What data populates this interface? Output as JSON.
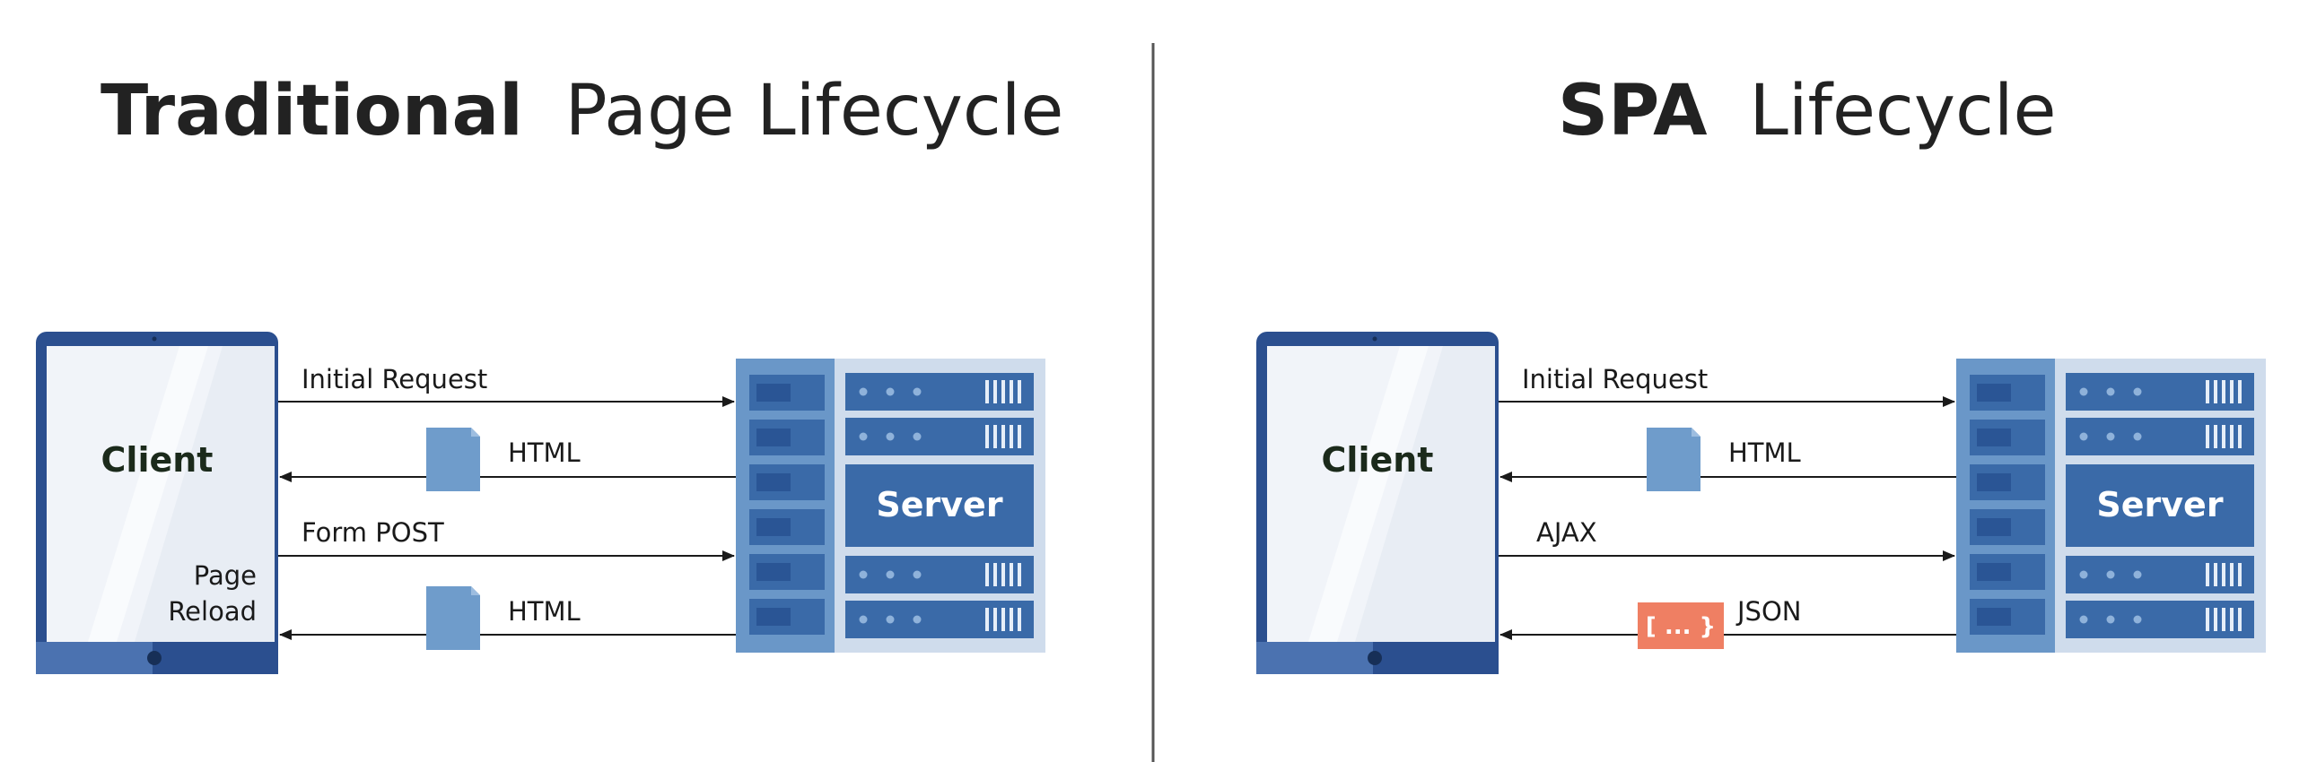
{
  "left": {
    "title_bold": "Traditional",
    "title_rest": "Page Lifecycle",
    "client_label": "Client",
    "page_reload": [
      "Page",
      "Reload"
    ],
    "server_label": "Server",
    "arrows": [
      {
        "label": "Initial Request",
        "direction": "to-server"
      },
      {
        "label": "HTML",
        "direction": "to-client",
        "icon": "document-icon"
      },
      {
        "label": "Form POST",
        "direction": "to-server"
      },
      {
        "label": "HTML",
        "direction": "to-client",
        "icon": "document-icon"
      }
    ]
  },
  "right": {
    "title_bold": "SPA",
    "title_rest": "Lifecycle",
    "client_label": "Client",
    "server_label": "Server",
    "arrows": [
      {
        "label": "Initial Request",
        "direction": "to-server"
      },
      {
        "label": "HTML",
        "direction": "to-client",
        "icon": "document-icon"
      },
      {
        "label": "AJAX",
        "direction": "to-server"
      },
      {
        "label": "JSON",
        "direction": "to-client",
        "icon": "json-icon",
        "icon_text": "[ ... }"
      }
    ]
  },
  "colors": {
    "device_frame": "#2b4f8f",
    "screen": "#e8edf4",
    "server_dark": "#3a6aa8",
    "server_mid": "#6a97c8",
    "server_light": "#cfdcec",
    "document": "#6f9ccb",
    "json_badge": "#ef7f63",
    "divider": "#555555"
  }
}
